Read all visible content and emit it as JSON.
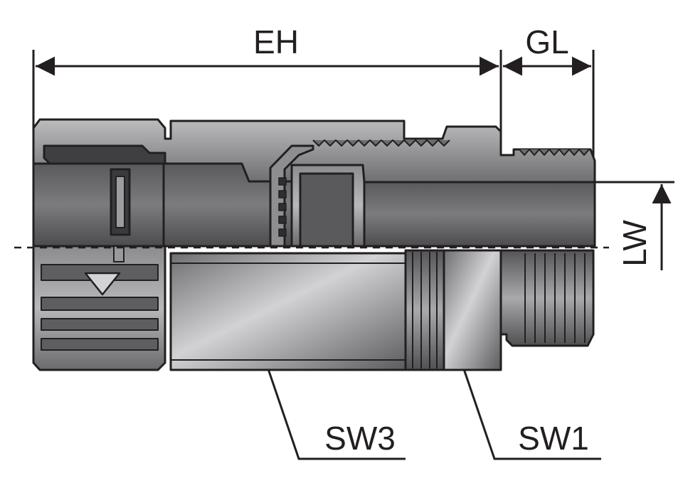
{
  "labels": {
    "eh": "EH",
    "gl": "GL",
    "lw": "LW",
    "sw3": "SW3",
    "sw1": "SW1"
  },
  "colors": {
    "outline": "#231f20",
    "body_dark": "#4a4a4c",
    "body_mid": "#8a8a8c",
    "body_light": "#c9c9cb",
    "centerline": "#231f20"
  }
}
